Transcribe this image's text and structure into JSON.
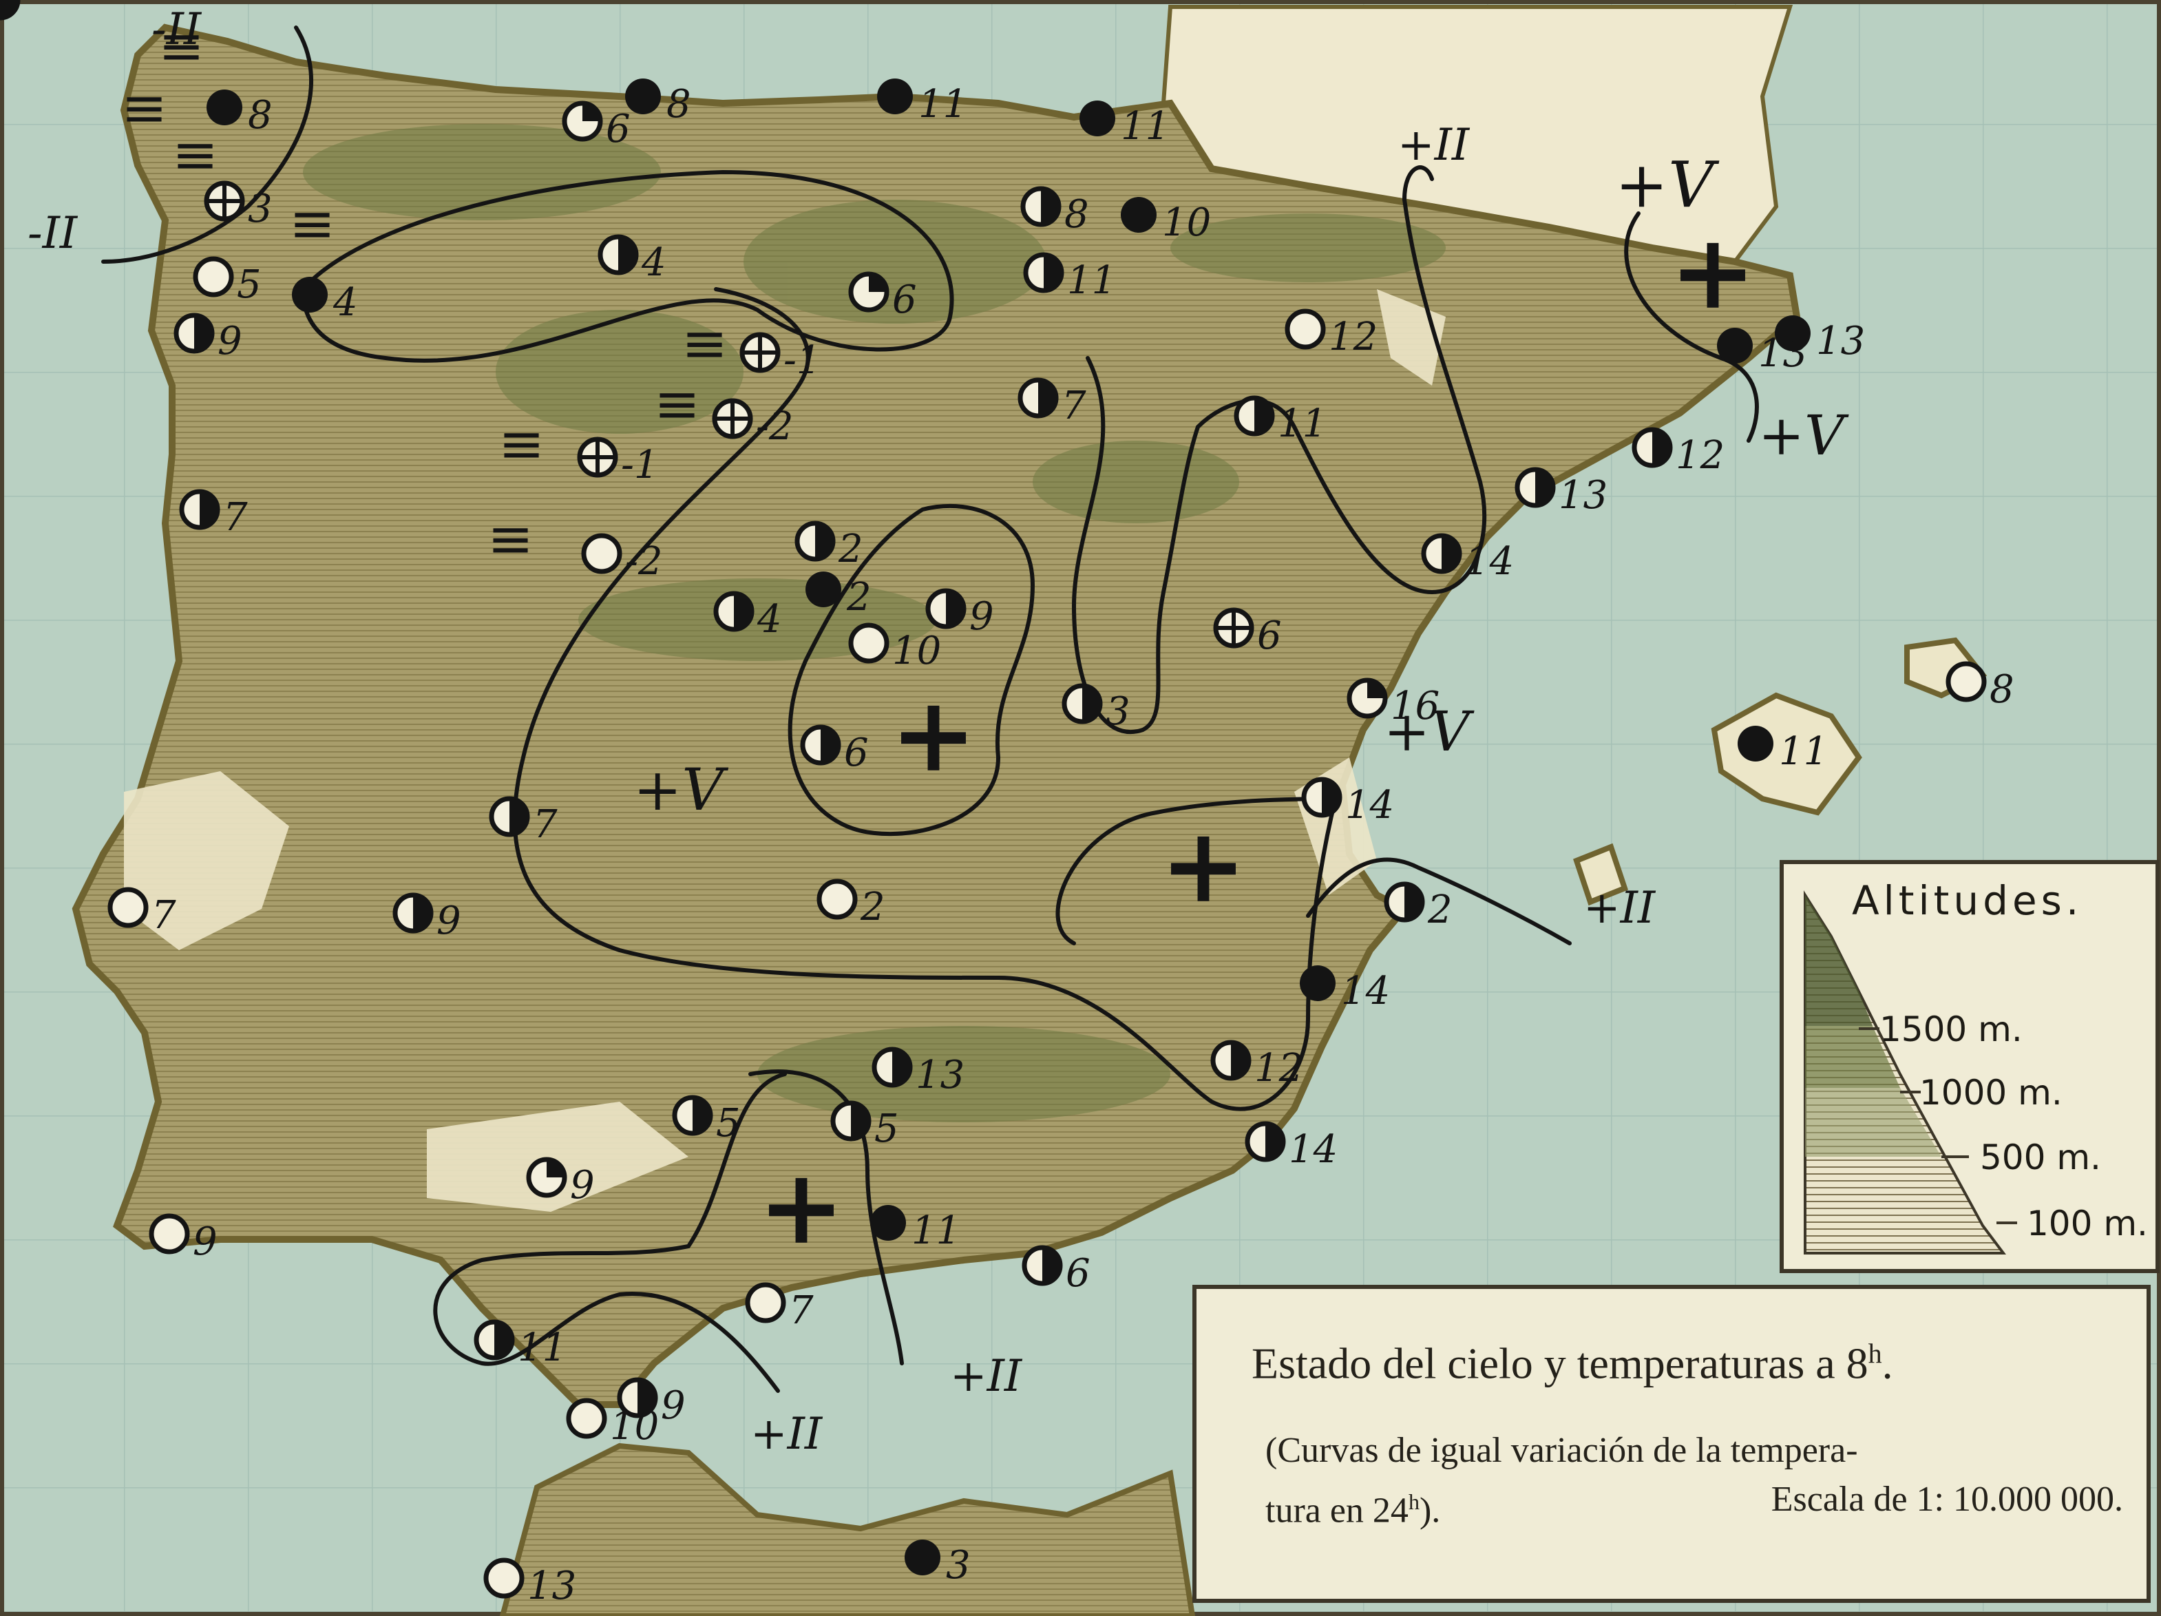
{
  "map": {
    "colors": {
      "sea": "#b9d0c2",
      "land": "#a79c6a",
      "coast": "#6f6330",
      "mountain": "#5c6a3a",
      "ink": "#141414",
      "caption_bg": "#f0ecd6"
    },
    "stations": [
      {
        "type": "filled",
        "value": "8"
      },
      {
        "type": "quarter",
        "value": "6"
      },
      {
        "type": "filled",
        "value": "8"
      },
      {
        "type": "filled",
        "value": "11"
      },
      {
        "type": "filled",
        "value": "11"
      },
      {
        "type": "cross",
        "value": "3"
      },
      {
        "type": "empty",
        "value": "5"
      },
      {
        "type": "filled",
        "value": "4"
      },
      {
        "type": "half",
        "value": "9"
      },
      {
        "type": "half",
        "value": "4"
      },
      {
        "type": "half",
        "value": "8"
      },
      {
        "type": "filled",
        "value": "10"
      },
      {
        "type": "half",
        "value": "11"
      },
      {
        "type": "quarter",
        "value": "6"
      },
      {
        "type": "empty",
        "value": "12"
      },
      {
        "type": "filled",
        "value": "13"
      },
      {
        "type": "half",
        "value": "7"
      },
      {
        "type": "cross",
        "value": "-1"
      },
      {
        "type": "cross",
        "value": "-2"
      },
      {
        "type": "cross",
        "value": "-1"
      },
      {
        "type": "empty",
        "value": "-2"
      },
      {
        "type": "half",
        "value": "7"
      },
      {
        "type": "half",
        "value": "7"
      },
      {
        "type": "half",
        "value": "11"
      },
      {
        "type": "half",
        "value": "12"
      },
      {
        "type": "half",
        "value": "13"
      },
      {
        "type": "half",
        "value": "14"
      },
      {
        "type": "half",
        "value": "2"
      },
      {
        "type": "filled",
        "value": "2"
      },
      {
        "type": "half",
        "value": "4"
      },
      {
        "type": "half",
        "value": "9"
      },
      {
        "type": "empty",
        "value": "10"
      },
      {
        "type": "half",
        "value": "3"
      },
      {
        "type": "cross",
        "value": "6"
      },
      {
        "type": "quarter",
        "value": "16"
      },
      {
        "type": "half",
        "value": "6"
      },
      {
        "type": "half",
        "value": "14"
      },
      {
        "type": "empty",
        "value": "7"
      },
      {
        "type": "half",
        "value": "9"
      },
      {
        "type": "empty",
        "value": "2"
      },
      {
        "type": "half",
        "value": "2"
      },
      {
        "type": "filled",
        "value": "14"
      },
      {
        "type": "half",
        "value": "12"
      },
      {
        "type": "half",
        "value": "14"
      },
      {
        "type": "half",
        "value": "13"
      },
      {
        "type": "half",
        "value": "5"
      },
      {
        "type": "half",
        "value": "5"
      },
      {
        "type": "quarter",
        "value": "9"
      },
      {
        "type": "empty",
        "value": "9"
      },
      {
        "type": "filled",
        "value": "11"
      },
      {
        "type": "half",
        "value": "6"
      },
      {
        "type": "empty",
        "value": "7"
      },
      {
        "type": "half",
        "value": "11"
      },
      {
        "type": "half",
        "value": "9"
      },
      {
        "type": "empty",
        "value": "10"
      },
      {
        "type": "empty",
        "value": "13"
      },
      {
        "type": "filled",
        "value": "3"
      },
      {
        "type": "empty",
        "value": "8"
      },
      {
        "type": "filled",
        "value": "11"
      },
      {
        "type": "filled",
        "value": "13"
      },
      {
        "type": "half",
        "value": ""
      }
    ],
    "isoline_labels": [
      "-II",
      "-II",
      "+II",
      "+V",
      "+V",
      "+V",
      "+V",
      "+II",
      "+II",
      "+II"
    ],
    "region_signs": [
      "+",
      "+",
      "+",
      "+"
    ],
    "weather_marks": [
      "≡",
      "≡",
      "≡",
      "≡",
      "≡",
      "≡",
      "≡",
      "≡"
    ],
    "legend": {
      "title": "Altitudes.",
      "levels": [
        "1500 m.",
        "1000 m.",
        "500 m.",
        "100 m."
      ]
    },
    "caption": {
      "title": "Estado del cielo y temperaturas a  8",
      "title_sup": "h",
      "title_end": ".",
      "note_1": "(Curvas de igual variación de la tempera-",
      "note_2": "tura en 24",
      "note_sup": "h",
      "note_end": ").",
      "scale": "Escala de 1: 10.000 000."
    }
  }
}
